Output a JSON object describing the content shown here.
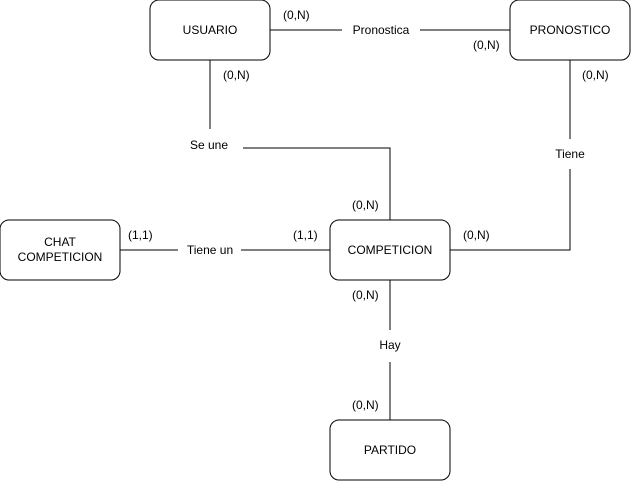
{
  "entities": {
    "usuario": [
      "USUARIO"
    ],
    "pronostico": [
      "PRONOSTICO"
    ],
    "chat_competicion": [
      "CHAT",
      "COMPETICION"
    ],
    "competicion": [
      "COMPETICION"
    ],
    "partido": [
      "PARTIDO"
    ]
  },
  "relationships": {
    "pronostica": "Pronostica",
    "se_une": "Se une",
    "tiene": "Tiene",
    "tiene_un": "Tiene un",
    "hay": "Hay"
  },
  "cardinalities": {
    "usuario_pronostica": "(0,N)",
    "pronostico_pronostica": "(0,N)",
    "usuario_se_une": "(0,N)",
    "competicion_se_une": "(0,N)",
    "pronostico_tiene": "(0,N)",
    "competicion_tiene": "(0,N)",
    "chat_tiene_un": "(1,1)",
    "competicion_tiene_un": "(1,1)",
    "competicion_hay": "(0,N)",
    "partido_hay": "(0,N)"
  }
}
